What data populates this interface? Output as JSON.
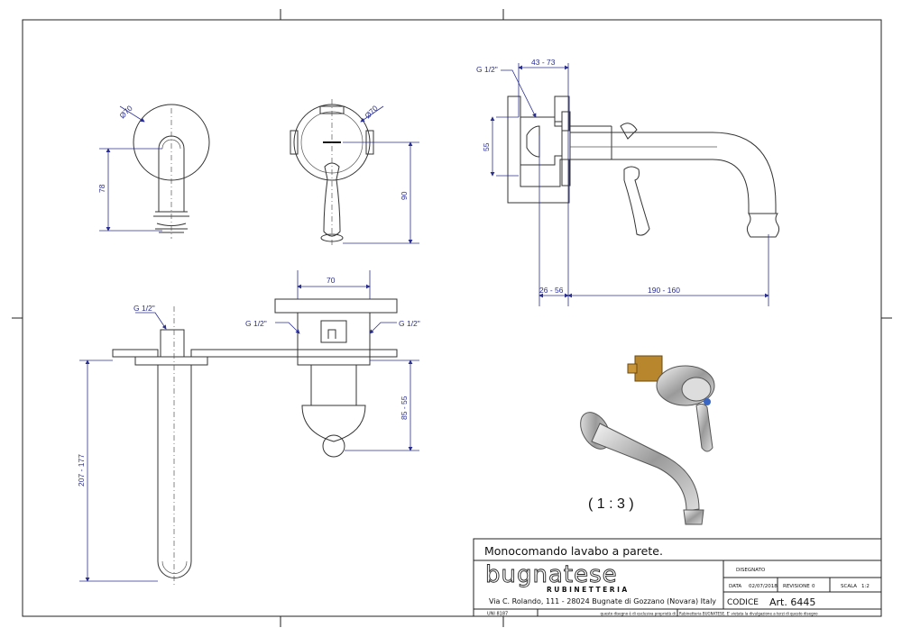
{
  "views": {
    "front_spout": {
      "diameter": "Ø70",
      "height": "78"
    },
    "front_handle": {
      "diameter": "Ø70",
      "height": "90"
    },
    "side": {
      "thread": "G 1/2\"",
      "depth_range": "43 - 73",
      "height": "55",
      "offset_range": "26 - 56",
      "length_range": "190 - 160"
    },
    "top": {
      "width": "70",
      "thread_spout": "G 1/2\"",
      "thread_left": "G 1/2\"",
      "thread_right": "G 1/2\"",
      "depth_range": "85 - 55",
      "spout_range": "207 - 177"
    },
    "render": {
      "scale": "( 1 : 3 )"
    }
  },
  "title_block": {
    "title": "Monocomando lavabo a parete.",
    "brand": "bugnatese",
    "brand_sub": "RUBINETTERIA",
    "address": "Via C. Rolando, 111 - 28024 Bugnate di Gozzano (Novara) Italy",
    "drawn_label": "DISEGNATO",
    "date_label": "DATA",
    "date": "02/07/2018",
    "revision_label": "REVISIONE",
    "revision": "0",
    "scale_label": "SCALA",
    "scale": "1:2",
    "code_label": "CODICE",
    "code": "Art. 6445",
    "standard": "UNI 8187",
    "notice_left": "questo disegno è di esclusiva proprietà di",
    "notice_right": "Rubinetteria BUGNATESE. E' vietata la divulgazione a terzi di questo disegno"
  },
  "colors": {
    "dimension": "#2a2f8f",
    "line": "#333333"
  }
}
